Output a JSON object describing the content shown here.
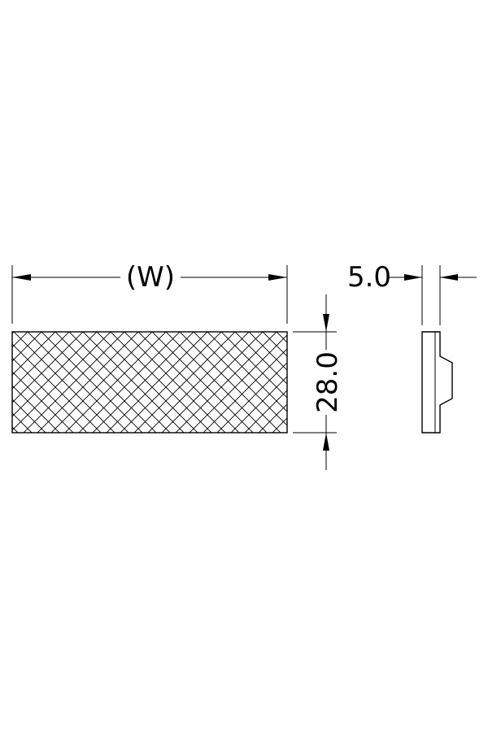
{
  "drawing": {
    "width_label": "(W)",
    "height_label": "28.0",
    "thickness_label": "5.0",
    "line_color": "#000000",
    "background": "#ffffff",
    "front_view_fill": "crosshatch"
  }
}
